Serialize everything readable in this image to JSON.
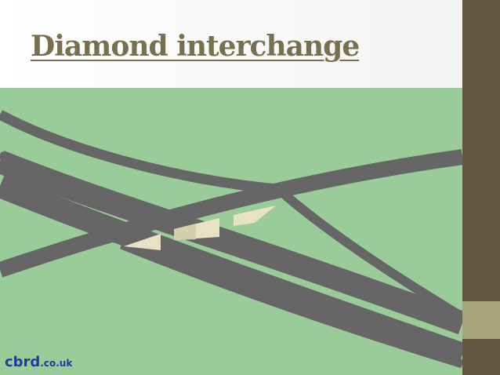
{
  "slide": {
    "title": "Diamond interchange",
    "logo": {
      "main": "cbrd",
      "suffix": ".co.uk"
    }
  },
  "colors": {
    "background_grass": "#99cc99",
    "road": "#666666",
    "bridge_abutment": "#e8e2c4",
    "bridge_abutment_shade": "#d6cfae",
    "title_text": "#776f4f",
    "sidebar": "#63583f",
    "sidebar_accent": "#a9a37b",
    "logo": "#1f3c9c"
  }
}
